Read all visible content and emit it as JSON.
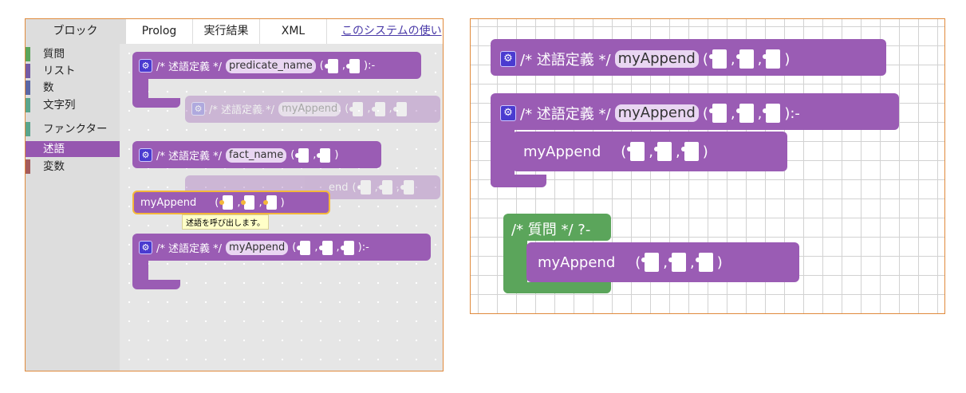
{
  "tabs": {
    "block": "ブロック",
    "prolog": "Prolog",
    "result": "実行結果",
    "xml": "XML",
    "help": "このシステムの使い"
  },
  "categories": [
    {
      "label": "質問",
      "color": "#5ba55b"
    },
    {
      "label": "リスト",
      "color": "#745ba5"
    },
    {
      "label": "数",
      "color": "#5b67a5"
    },
    {
      "label": "文字列",
      "color": "#5ba58c"
    },
    {
      "label": "ファンクター",
      "color": "#5ba58c"
    },
    {
      "label": "述語",
      "color": "#9657b0",
      "selected": true
    },
    {
      "label": "変数",
      "color": "#a55b5b"
    }
  ],
  "left": {
    "def_text": "/* 述語定義 */",
    "predicate_name": "predicate_name",
    "fact_name": "fact_name",
    "myAppend": "myAppend",
    "colon": "):-",
    "close": ")",
    "open": "(",
    "comma": ",",
    "call_name": "myAppend",
    "tooltip": "述語を呼び出します。",
    "ghost_frag": "end"
  },
  "right": {
    "def_text": "/* 述語定義 */",
    "myAppend": "myAppend",
    "close": ")",
    "colon": "):-",
    "open": "(",
    "comma": ",",
    "call_name": "myAppend",
    "query_label": "/* 質問 */ ?-"
  },
  "colors": {
    "predicate": "#9a5cb4",
    "query": "#5ba55b",
    "border": "#e08a3c",
    "highlight": "#f4b73a"
  }
}
